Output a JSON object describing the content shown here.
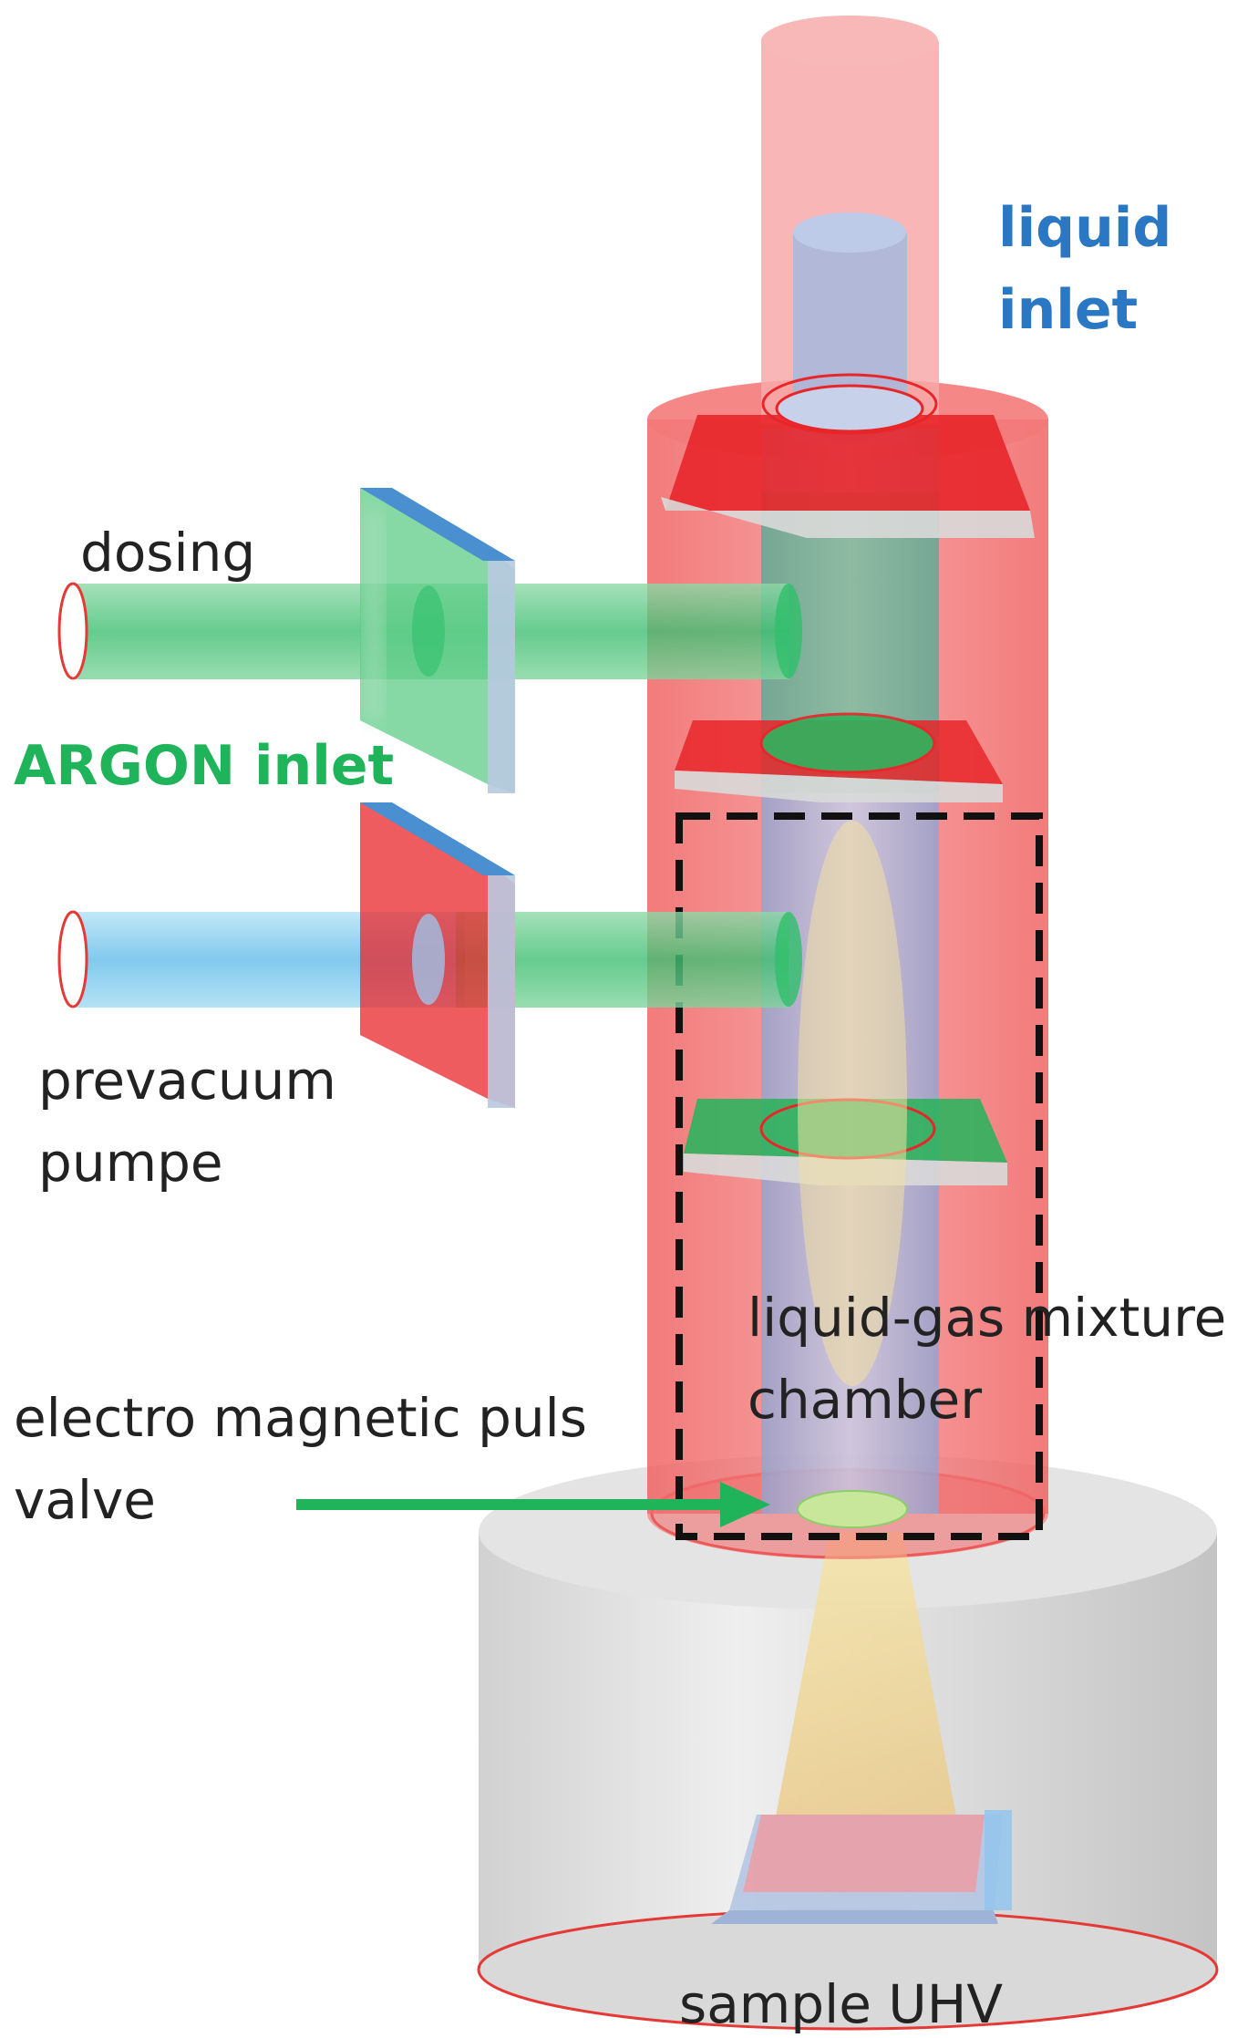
{
  "labels": {
    "liquid_inlet": [
      "liquid",
      "inlet"
    ],
    "dosing": "dosing",
    "argon_inlet": "ARGON inlet",
    "prevacuum_pump": [
      "prevacuum",
      "pumpe"
    ],
    "mixture_chamber": [
      "liquid-gas mixture",
      "chamber"
    ],
    "pulse_valve": [
      "electro magnetic puls",
      "valve"
    ],
    "sample": "sample UHV"
  },
  "colors": {
    "outer_tube": "#f06b6b",
    "inner_tube": "#9fb6e0",
    "argon_line": "#2fbf6a",
    "pump_line": "#7cc8ee",
    "plate_red": "#e8262a",
    "plate_green": "#26b35a",
    "flange_blue": "#4a8fd0",
    "base_gray": "#d6d6d6",
    "spray_yellow": "#f5d98a",
    "label_blue": "#2a78c4",
    "label_green": "#1fb45a",
    "arrow_green": "#1fb45a"
  },
  "icons": {
    "valve_arrow": "right-arrow-icon"
  }
}
